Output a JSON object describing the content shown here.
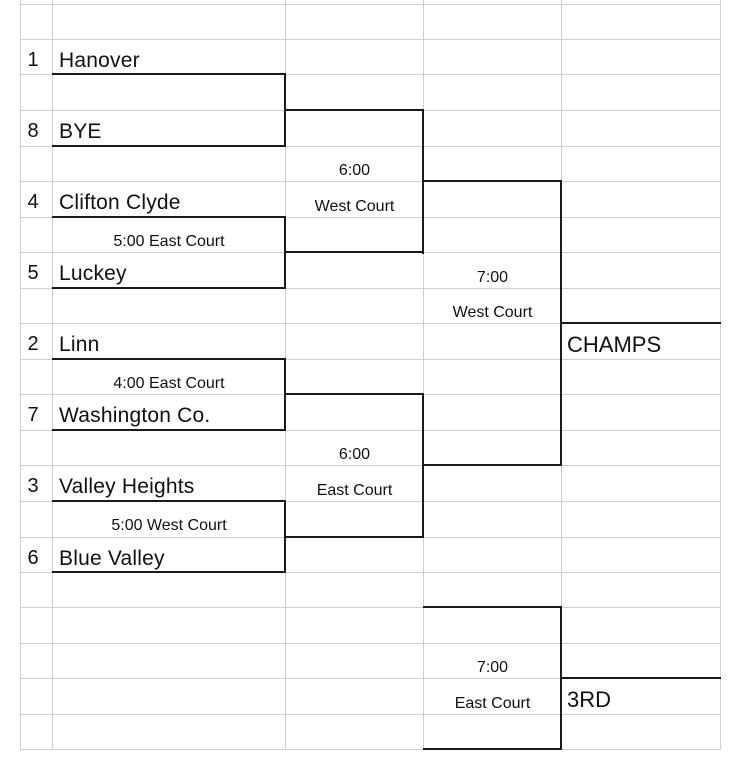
{
  "bracket": {
    "seeds": [
      {
        "seed": "1",
        "team": "Hanover"
      },
      {
        "seed": "8",
        "team": "BYE"
      },
      {
        "seed": "4",
        "team": "Clifton Clyde"
      },
      {
        "seed": "5",
        "team": "Luckey"
      },
      {
        "seed": "2",
        "team": "Linn"
      },
      {
        "seed": "7",
        "team": "Washington Co."
      },
      {
        "seed": "3",
        "team": "Valley Heights"
      },
      {
        "seed": "6",
        "team": "Blue Valley"
      }
    ],
    "first_round": {
      "game_4_5": "5:00 East Court",
      "game_2_7": "4:00 East Court",
      "game_3_6": "5:00 West Court"
    },
    "semifinals": {
      "top": {
        "time": "6:00",
        "court": "West Court"
      },
      "bottom": {
        "time": "6:00",
        "court": "East Court"
      }
    },
    "championship": {
      "time": "7:00",
      "court": "West Court",
      "label": "CHAMPS"
    },
    "third_place": {
      "time": "7:00",
      "court": "East Court",
      "label": "3RD"
    }
  }
}
